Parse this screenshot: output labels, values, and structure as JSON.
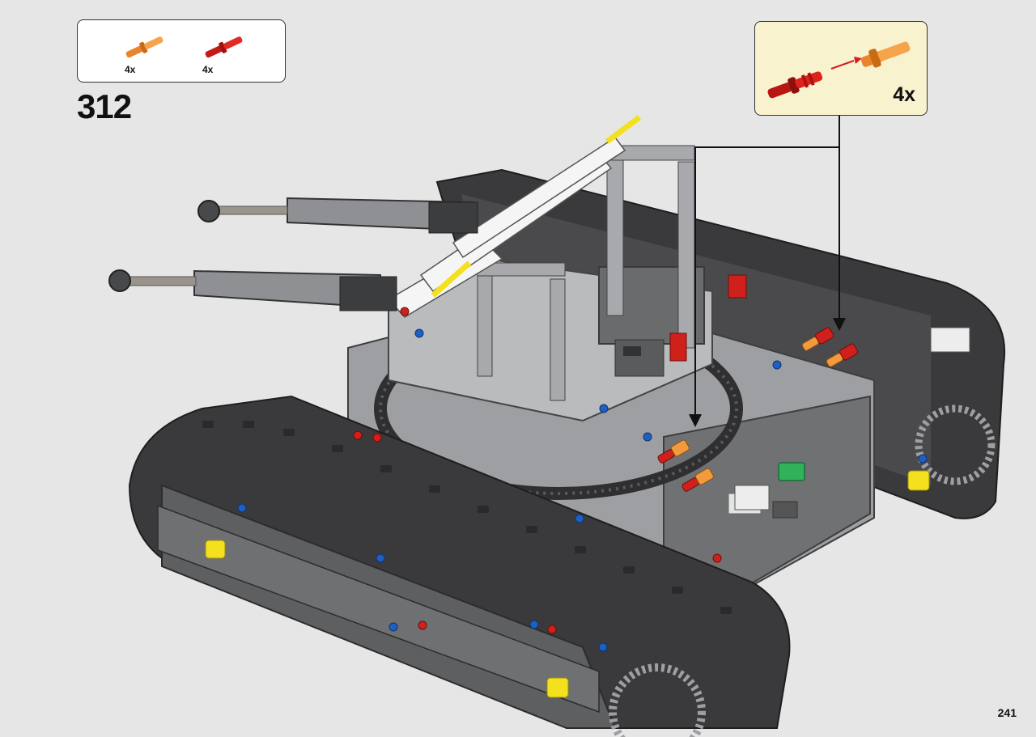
{
  "parts_list": {
    "items": [
      {
        "name": "orange-axle-pin",
        "quantity": "4x",
        "color": "#f39a3c"
      },
      {
        "name": "red-axle-pin",
        "quantity": "4x",
        "color": "#d0201c"
      }
    ]
  },
  "step": {
    "number": "312"
  },
  "callout": {
    "quantity": "4x",
    "background": "#f8f2cf"
  },
  "page": {
    "number": "241"
  },
  "colors": {
    "track": "#3a3a3c",
    "frame_dark": "#5e5f61",
    "frame_light": "#9d9fa2",
    "accent_red": "#d0201c",
    "accent_orange": "#f39a3c",
    "accent_yellow": "#f4e01e",
    "accent_blue": "#1d5fc2",
    "hub_green": "#2fb25a"
  }
}
